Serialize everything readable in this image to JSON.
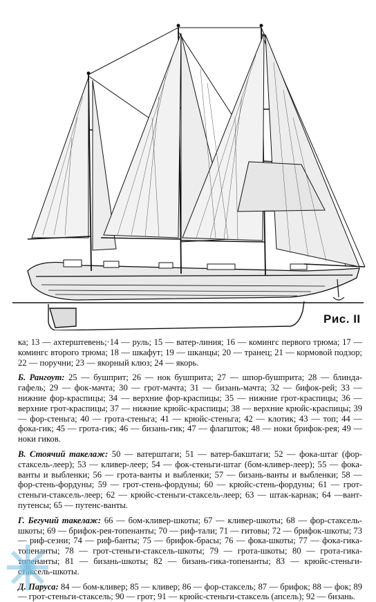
{
  "figure": {
    "caption": "Рис. II",
    "drawing_description_icon": "schooner-rigging-drawing"
  },
  "legend": {
    "hull_continued": "ка; 13 — ахтерштевень;·14 — руль; 15 — ватер-линия; 16 — комингс первого трюма; 17 — комингс второго трюма; 18 — шкафут; 19 — шканцы; 20 — транец; 21 — кормовой подзор; 22 — поручни; 23 — якорный клюз; 24 — якорь.",
    "sections": [
      {
        "heading": "Б. Рангоут:",
        "text": "25 — бушприт; 26 — нок бушприта; 27 — шпор-бушприта; 28 — блинда-гафель; 29 — фок-мачта; 30 — грот-мачта; 31 — бизань-мачта; 32 — бифок-рей; 33 — нижние фор-краспицы; 34 — верхние фор-краспицы; 35 — нижние грот-краспицы; 36 — верхние грот-краспицы; 37 — нижние крюйс-краспицы; 38 — верхние крюйс-краспицы; 39 — фор-стеньга; 40 — грота-стеньга; 41 — крюйс-стеньга; 42 — клотик; 43 — топ; 44 — фока-гик; 45 — грота-гик; 46 — бизань-гик; 47 — флагшток; 48 — нoки брифок-рея; 49 — ноки гиков."
      },
      {
        "heading": "В. Стоячий такелаж:",
        "text": "50 — ватерштаги; 51 — ватер-бакштаги; 52 — фока-штаг (фор-стаксель-леер); 53 — кливер-леер; 54 — фок-стеньги-штаг (бом-кливер-леер); 55 — фока-ванты и выбленки; 56 — грота-ванты и выбленки; 57 — бизань-ванты и выбленки; 58 — фор-стень-фордуны; 59 — грот-стень-фордуны; 60 — крюйс-стень-фордуны; 61 — грот-стеньги-стаксель-леер; 62 — крюйс-стеньги-стаксель-леер; 63 — штак-карнак; 64 —вант-путенсы; 65 — путенс-ванты."
      },
      {
        "heading": "Г. Бегучий такелаж:",
        "text": "66 — бом-кливер-шкоты; 67 — кливер-шкоты; 68 — фор-стаксель-шкоты; 69 — брифок-рея-топенанты; 70 — риф-тали; 71 — гитовы; 72 — брифок-шкоты; 73 — риф-сезни; 74 — риф-банты; 75 — брифок-брасы; 76 — фока-шкоты; 77 — фока-гика-топенанты; 78 — грот-стеньги-стаксель-шкоты; 79 — грота-шкоты; 80 — грота-гика-топенанты; 81 — бизань-шкоты; 82 — бизань-гика-топенанты; 83 — крюйс-стеньги-стаксель-шкоты."
      },
      {
        "heading": "Д. Паруса:",
        "text": "84 — бом-кливер; 85 — кливер; 86 — фор-стаксель; 87 — брифок; 88 — фок; 89 — грот-стеньги-стаксель; 90 — грот; 91 — крюйс-стеньги-стаксель (апсель); 92 — бизань."
      }
    ]
  },
  "colors": {
    "ink": "#111111",
    "watermark": "#78bee1"
  }
}
